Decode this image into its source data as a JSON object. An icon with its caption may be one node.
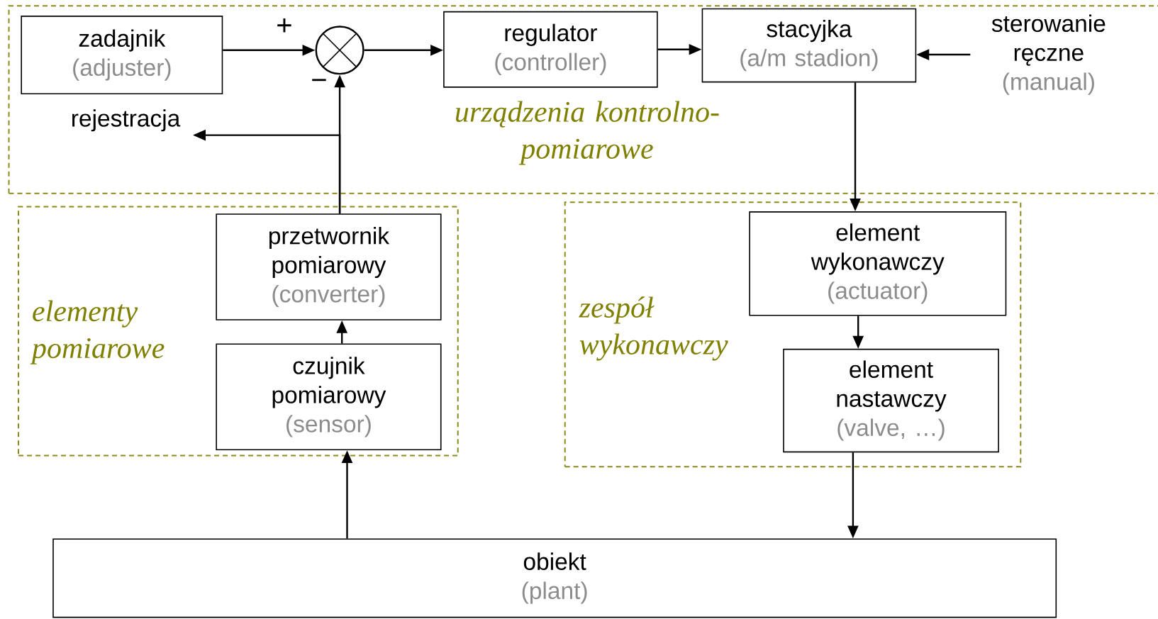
{
  "diagram": {
    "nodes": [
      {
        "text": [
          "urządzenia kontrolno-pomiarowe"
        ]
      },
      {
        "text": [
          "zadajnik",
          "(adjuster)"
        ],
        "in": 0
      },
      {
        "text": [],
        "shape": "circle",
        "in": 0
      },
      {
        "text": [
          "regulator",
          "(controller)"
        ],
        "in": 0
      },
      {
        "text": [
          "stacyjka",
          "(a/m stadion)"
        ],
        "in": 0
      },
      {
        "text": [
          "sterowanie ręczne",
          "(manual)"
        ],
        "in": 0
      },
      {
        "text": [
          "rejestracja"
        ],
        "in": 0
      },
      {
        "text": [
          "elementy pomiarowe"
        ]
      },
      {
        "text": [
          "przetwornik pomiarowy",
          "(converter)"
        ],
        "in": 7
      },
      {
        "text": [
          "czujnik pomiarowy",
          "(sensor)"
        ],
        "in": 7
      },
      {
        "text": [
          "zespół wykonawczy"
        ]
      },
      {
        "text": [
          "element wykonawczy",
          "(actuator)"
        ],
        "in": 10
      },
      {
        "text": [
          "element nastawczy",
          "(valve, …)"
        ],
        "in": 10
      },
      {
        "text": [
          "obiekt",
          "(plant)"
        ]
      }
    ],
    "edges": [
      {
        "from": 1,
        "to": 2,
        "arrow": "to",
        "label": "+"
      },
      {
        "from": 2,
        "to": 3,
        "arrow": "to"
      },
      {
        "from": 3,
        "to": 4,
        "arrow": "to"
      },
      {
        "from": 5,
        "to": 4,
        "arrow": "to"
      },
      {
        "from": 8,
        "to": 2,
        "arrow": "to",
        "label": "−"
      },
      {
        "from": 8,
        "to": 6,
        "arrow": "to"
      },
      {
        "from": 4,
        "to": 11,
        "arrow": "to"
      },
      {
        "from": 11,
        "to": 12,
        "arrow": "to"
      },
      {
        "from": 12,
        "to": 13,
        "arrow": "to"
      },
      {
        "from": 9,
        "to": 8,
        "arrow": "to"
      },
      {
        "from": 13,
        "to": 9,
        "arrow": "to"
      }
    ]
  }
}
